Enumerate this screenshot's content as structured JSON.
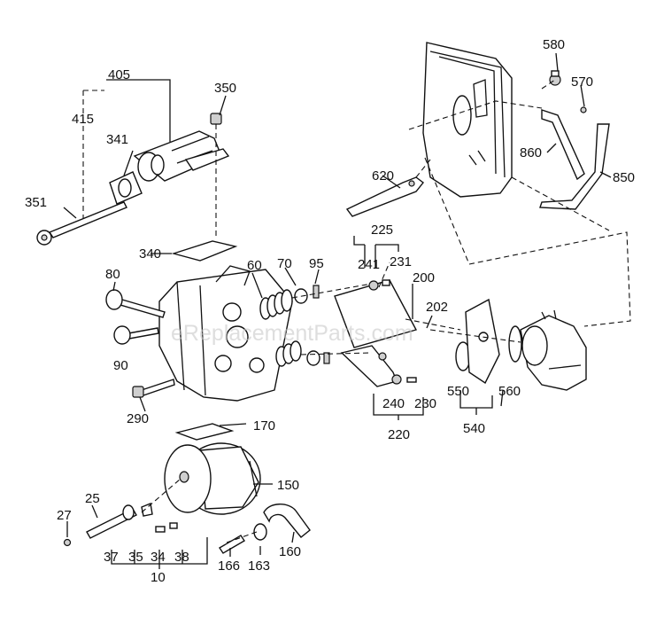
{
  "watermark": "eReplacementParts.com",
  "labels": {
    "l405": "405",
    "l350": "350",
    "l415": "415",
    "l341": "341",
    "l351": "351",
    "l580": "580",
    "l570": "570",
    "l860": "860",
    "l850": "850",
    "l620": "620",
    "l225": "225",
    "l241": "241",
    "l231": "231",
    "l340": "340",
    "l60": "60",
    "l70": "70",
    "l95": "95",
    "l80": "80",
    "l200": "200",
    "l202": "202",
    "l90": "90",
    "l290": "290",
    "l550": "550",
    "l560": "560",
    "l540": "540",
    "l240": "240",
    "l230": "230",
    "l220": "220",
    "l170": "170",
    "l150": "150",
    "l25": "25",
    "l27": "27",
    "l37": "37",
    "l35": "35",
    "l34": "34",
    "l38": "38",
    "l10": "10",
    "l166": "166",
    "l163": "163",
    "l160": "160"
  }
}
